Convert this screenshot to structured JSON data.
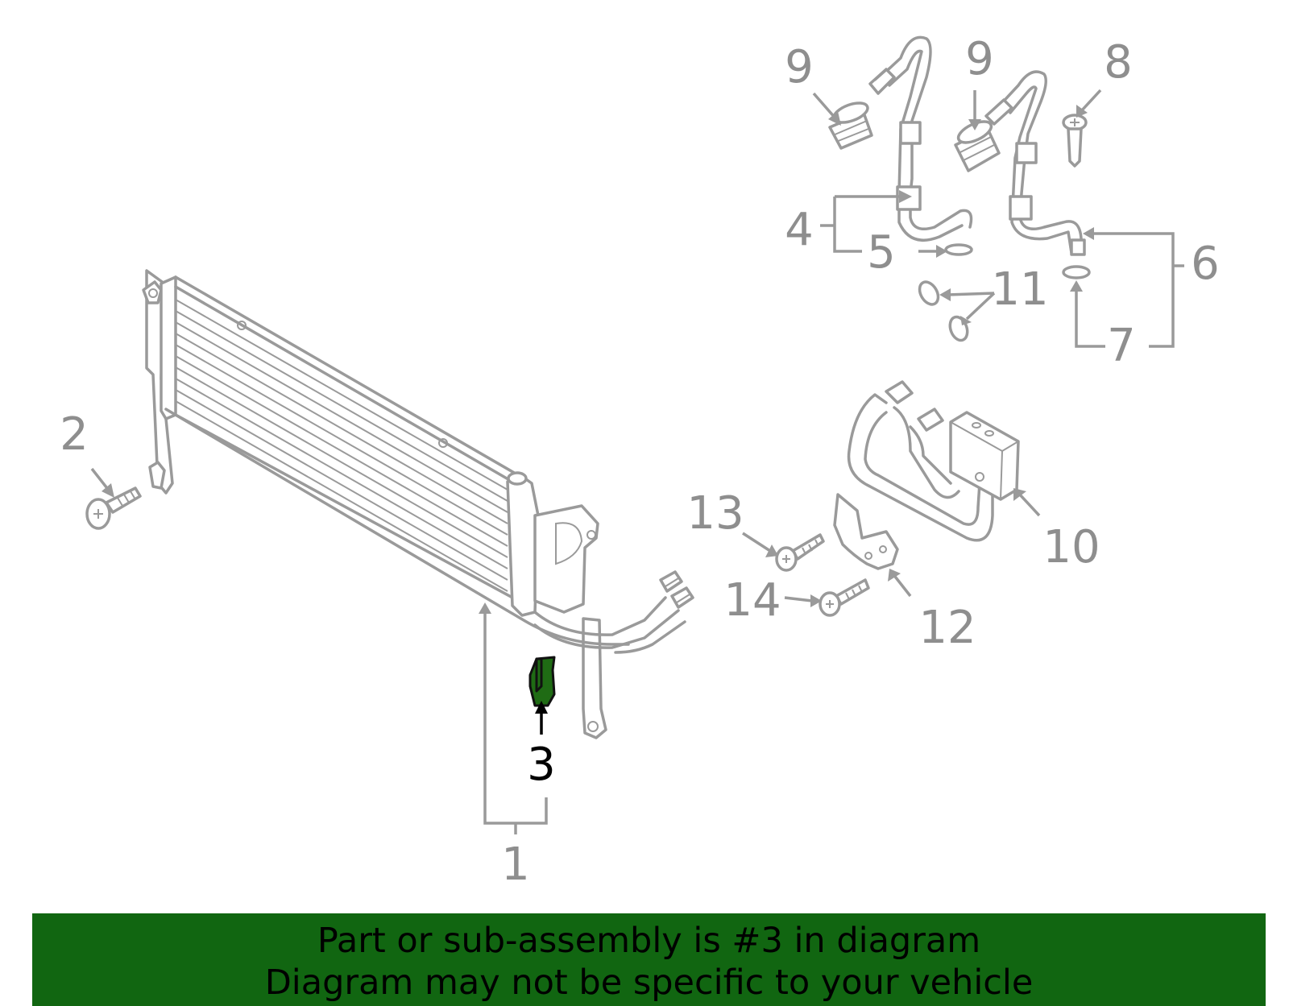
{
  "diagram": {
    "callouts": [
      {
        "id": "1",
        "label": "1"
      },
      {
        "id": "2",
        "label": "2"
      },
      {
        "id": "3",
        "label": "3",
        "highlighted": true
      },
      {
        "id": "4",
        "label": "4"
      },
      {
        "id": "5",
        "label": "5"
      },
      {
        "id": "6",
        "label": "6"
      },
      {
        "id": "7",
        "label": "7"
      },
      {
        "id": "8",
        "label": "8"
      },
      {
        "id": "9a",
        "label": "9"
      },
      {
        "id": "9b",
        "label": "9"
      },
      {
        "id": "10",
        "label": "10"
      },
      {
        "id": "11",
        "label": "11"
      },
      {
        "id": "12",
        "label": "12"
      },
      {
        "id": "13",
        "label": "13"
      },
      {
        "id": "14",
        "label": "14"
      }
    ],
    "colors": {
      "line_art": "#9a9a9a",
      "label_gray": "#8e8e8e",
      "highlight_fill": "#1f6b14",
      "highlight_label": "#000000",
      "banner_bg": "#116611"
    }
  },
  "banner": {
    "line1": "Part or sub-assembly is #3 in diagram",
    "line2": "Diagram may not be specific to your vehicle"
  }
}
